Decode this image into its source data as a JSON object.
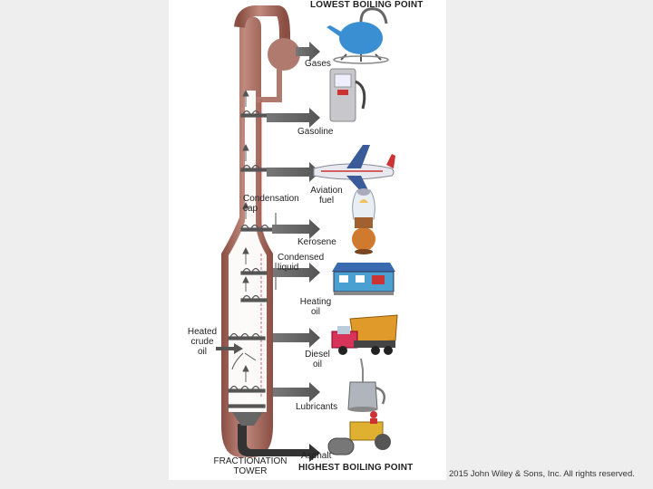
{
  "header": {
    "top": "LOWEST BOILING POINT",
    "bottom": "HIGHEST BOILING POINT"
  },
  "tower": {
    "title_line1": "FRACTIONATION",
    "title_line2": "TOWER"
  },
  "input": {
    "line1": "Heated",
    "line2": "crude",
    "line3": "oil"
  },
  "callouts": {
    "condensation_cap_line1": "Condensation",
    "condensation_cap_line2": "cap",
    "condensed_liquid_line1": "Condensed",
    "condensed_liquid_line2": "liquid"
  },
  "products": {
    "gases": "Gases",
    "gasoline": "Gasoline",
    "aviation_line1": "Aviation",
    "aviation_line2": "fuel",
    "kerosene": "Kerosene",
    "heating_line1": "Heating",
    "heating_line2": "oil",
    "diesel_line1": "Diesel",
    "diesel_line2": "oil",
    "lubricants": "Lubricants",
    "asphalt": "Asphalt"
  },
  "colors": {
    "tower": "#a5675b",
    "arrow": "#666666",
    "tray": "#666666"
  },
  "footer": {
    "copyright": "2015 John Wiley & Sons, Inc. All rights reserved."
  }
}
